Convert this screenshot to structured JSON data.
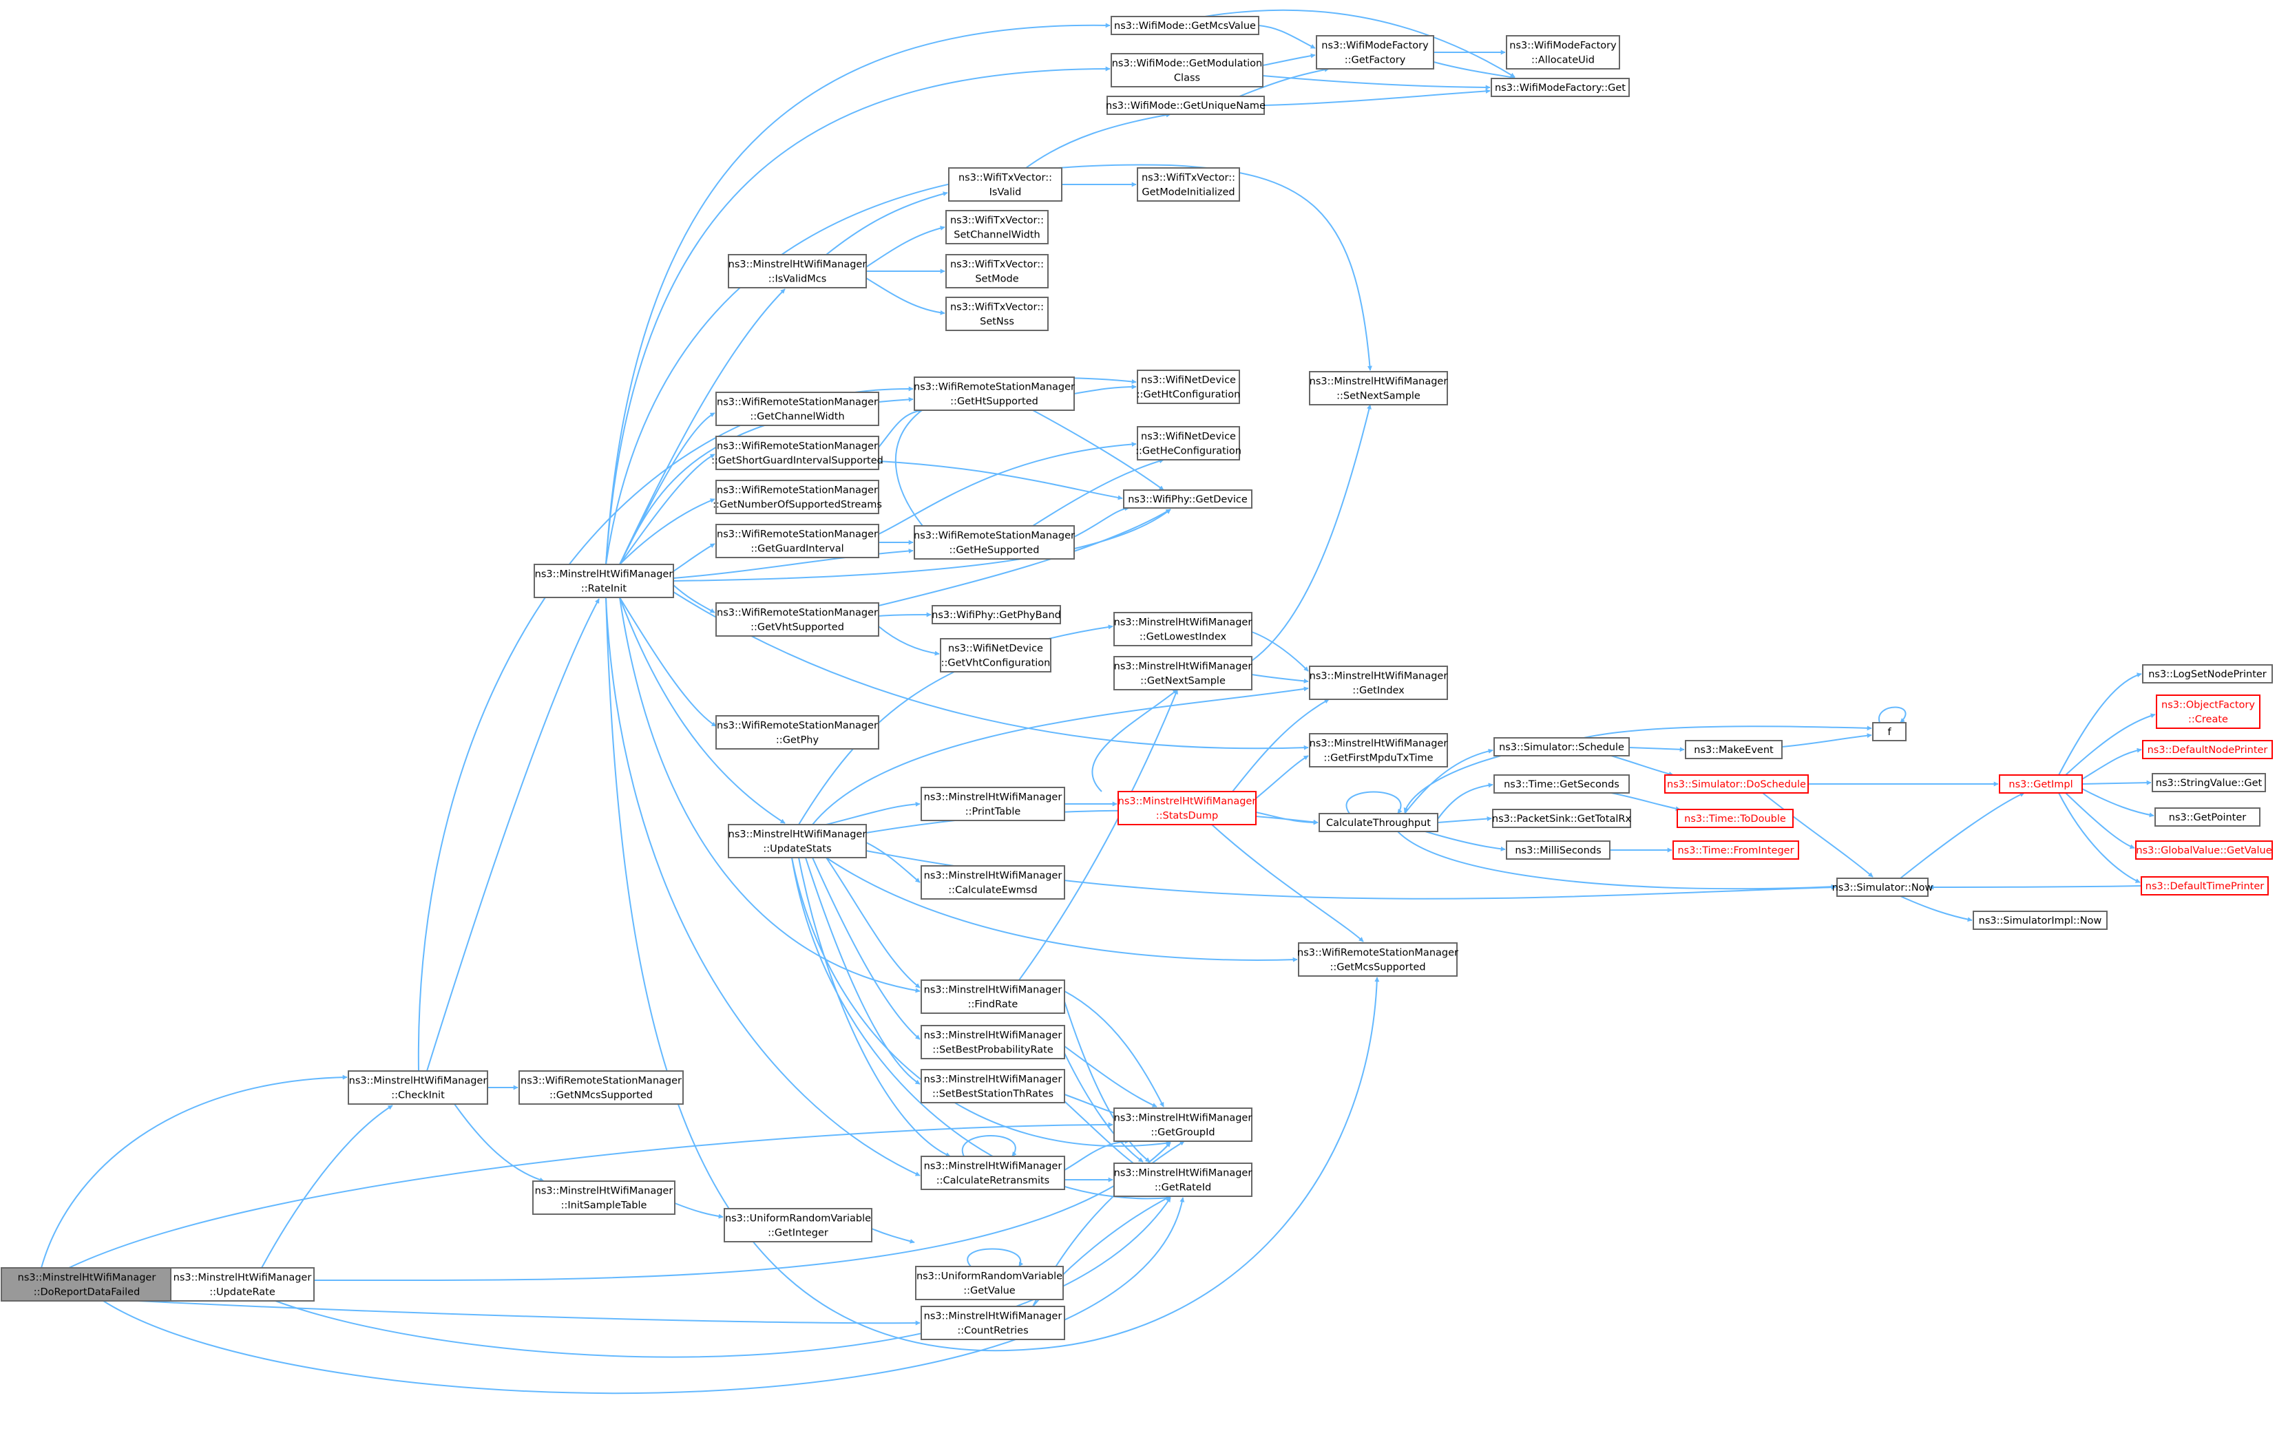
{
  "colors": {
    "edge": "#63b8ff",
    "border": "#666666",
    "root_fill": "#999999",
    "truncated": "#ff0000"
  },
  "nodes": [
    {
      "id": "doreport",
      "lines": [
        "ns3::MinstrelHtWifiManager",
        "::DoReportDataFailed"
      ],
      "root": true
    },
    {
      "id": "checkinit",
      "lines": [
        "ns3::MinstrelHtWifiManager",
        "::CheckInit"
      ]
    },
    {
      "id": "updaterate",
      "lines": [
        "ns3::MinstrelHtWifiManager",
        "::UpdateRate"
      ]
    },
    {
      "id": "getnmcs",
      "lines": [
        "ns3::WifiRemoteStationManager",
        "::GetNMcsSupported"
      ]
    },
    {
      "id": "initsample",
      "lines": [
        "ns3::MinstrelHtWifiManager",
        "::InitSampleTable"
      ]
    },
    {
      "id": "rateinit",
      "lines": [
        "ns3::MinstrelHtWifiManager",
        "::RateInit"
      ]
    },
    {
      "id": "getinteger",
      "lines": [
        "ns3::UniformRandomVariable",
        "::GetInteger"
      ]
    },
    {
      "id": "getvalue_urv",
      "lines": [
        "ns3::UniformRandomVariable",
        "::GetValue"
      ]
    },
    {
      "id": "getmcsvalue",
      "lines": [
        "ns3::WifiMode::GetMcsValue"
      ]
    },
    {
      "id": "getmodclass",
      "lines": [
        "ns3::WifiMode::GetModulation",
        "Class"
      ]
    },
    {
      "id": "getuniquename",
      "lines": [
        "ns3::WifiMode::GetUniqueName"
      ]
    },
    {
      "id": "factory_getfactory",
      "lines": [
        "ns3::WifiModeFactory",
        "::GetFactory"
      ]
    },
    {
      "id": "factory_alloc",
      "lines": [
        "ns3::WifiModeFactory",
        "::AllocateUid"
      ]
    },
    {
      "id": "factory_get",
      "lines": [
        "ns3::WifiModeFactory::Get"
      ]
    },
    {
      "id": "txv_isvalid",
      "lines": [
        "ns3::WifiTxVector::",
        "IsValid"
      ]
    },
    {
      "id": "txv_getmodeinit",
      "lines": [
        "ns3::WifiTxVector::",
        "GetModeInitialized"
      ]
    },
    {
      "id": "txv_setchw",
      "lines": [
        "ns3::WifiTxVector::",
        "SetChannelWidth"
      ]
    },
    {
      "id": "txv_setmode",
      "lines": [
        "ns3::WifiTxVector::",
        "SetMode"
      ]
    },
    {
      "id": "txv_setnss",
      "lines": [
        "ns3::WifiTxVector::",
        "SetNss"
      ]
    },
    {
      "id": "isvalidmcs",
      "lines": [
        "ns3::MinstrelHtWifiManager",
        "::IsValidMcs"
      ]
    },
    {
      "id": "getchw",
      "lines": [
        "ns3::WifiRemoteStationManager",
        "::GetChannelWidth"
      ]
    },
    {
      "id": "getsgi",
      "lines": [
        "ns3::WifiRemoteStationManager",
        "::GetShortGuardIntervalSupported"
      ]
    },
    {
      "id": "getnss",
      "lines": [
        "ns3::WifiRemoteStationManager",
        "::GetNumberOfSupportedStreams"
      ]
    },
    {
      "id": "getgi",
      "lines": [
        "ns3::WifiRemoteStationManager",
        "::GetGuardInterval"
      ]
    },
    {
      "id": "getvht",
      "lines": [
        "ns3::WifiRemoteStationManager",
        "::GetVhtSupported"
      ]
    },
    {
      "id": "getphy",
      "lines": [
        "ns3::WifiRemoteStationManager",
        "::GetPhy"
      ]
    },
    {
      "id": "gethtsupported",
      "lines": [
        "ns3::WifiRemoteStationManager",
        "::GetHtSupported"
      ]
    },
    {
      "id": "gethesupported",
      "lines": [
        "ns3::WifiRemoteStationManager",
        "::GetHeSupported"
      ]
    },
    {
      "id": "nd_getht",
      "lines": [
        "ns3::WifiNetDevice",
        "::GetHtConfiguration"
      ]
    },
    {
      "id": "nd_gethe",
      "lines": [
        "ns3::WifiNetDevice",
        "::GetHeConfiguration"
      ]
    },
    {
      "id": "phy_getdevice",
      "lines": [
        "ns3::WifiPhy::GetDevice"
      ]
    },
    {
      "id": "phy_getband",
      "lines": [
        "ns3::WifiPhy::GetPhyBand"
      ]
    },
    {
      "id": "nd_getvht",
      "lines": [
        "ns3::WifiNetDevice",
        "::GetVhtConfiguration"
      ]
    },
    {
      "id": "setnextsample",
      "lines": [
        "ns3::MinstrelHtWifiManager",
        "::SetNextSample"
      ]
    },
    {
      "id": "getlowestindex",
      "lines": [
        "ns3::MinstrelHtWifiManager",
        "::GetLowestIndex"
      ]
    },
    {
      "id": "getnextsample",
      "lines": [
        "ns3::MinstrelHtWifiManager",
        "::GetNextSample"
      ]
    },
    {
      "id": "getindex",
      "lines": [
        "ns3::MinstrelHtWifiManager",
        "::GetIndex"
      ]
    },
    {
      "id": "getfirstmpdu",
      "lines": [
        "ns3::MinstrelHtWifiManager",
        "::GetFirstMpduTxTime"
      ]
    },
    {
      "id": "printtable",
      "lines": [
        "ns3::MinstrelHtWifiManager",
        "::PrintTable"
      ]
    },
    {
      "id": "statsdump",
      "lines": [
        "ns3::MinstrelHtWifiManager",
        "::StatsDump"
      ],
      "red": true
    },
    {
      "id": "updatestats",
      "lines": [
        "ns3::MinstrelHtWifiManager",
        "::UpdateStats"
      ]
    },
    {
      "id": "calcewmsd",
      "lines": [
        "ns3::MinstrelHtWifiManager",
        "::CalculateEwmsd"
      ]
    },
    {
      "id": "calcthroughput",
      "lines": [
        "CalculateThroughput"
      ]
    },
    {
      "id": "getmcssupported",
      "lines": [
        "ns3::WifiRemoteStationManager",
        "::GetMcsSupported"
      ]
    },
    {
      "id": "findrate",
      "lines": [
        "ns3::MinstrelHtWifiManager",
        "::FindRate"
      ]
    },
    {
      "id": "setbestprob",
      "lines": [
        "ns3::MinstrelHtWifiManager",
        "::SetBestProbabilityRate"
      ]
    },
    {
      "id": "setbestth",
      "lines": [
        "ns3::MinstrelHtWifiManager",
        "::SetBestStationThRates"
      ]
    },
    {
      "id": "calcretrans",
      "lines": [
        "ns3::MinstrelHtWifiManager",
        "::CalculateRetransmits"
      ]
    },
    {
      "id": "countretries",
      "lines": [
        "ns3::MinstrelHtWifiManager",
        "::CountRetries"
      ]
    },
    {
      "id": "getgroupid",
      "lines": [
        "ns3::MinstrelHtWifiManager",
        "::GetGroupId"
      ]
    },
    {
      "id": "getrateid",
      "lines": [
        "ns3::MinstrelHtWifiManager",
        "::GetRateId"
      ]
    },
    {
      "id": "sim_schedule",
      "lines": [
        "ns3::Simulator::Schedule"
      ]
    },
    {
      "id": "time_getseconds",
      "lines": [
        "ns3::Time::GetSeconds"
      ]
    },
    {
      "id": "packetsink",
      "lines": [
        "ns3::PacketSink::GetTotalRx"
      ]
    },
    {
      "id": "milliseconds",
      "lines": [
        "ns3::MilliSeconds"
      ]
    },
    {
      "id": "makeevent",
      "lines": [
        "ns3::MakeEvent"
      ]
    },
    {
      "id": "sim_doschedule",
      "lines": [
        "ns3::Simulator::DoSchedule"
      ],
      "red": true
    },
    {
      "id": "time_todouble",
      "lines": [
        "ns3::Time::ToDouble"
      ],
      "red": true
    },
    {
      "id": "time_frominteger",
      "lines": [
        "ns3::Time::FromInteger"
      ],
      "red": true
    },
    {
      "id": "f",
      "lines": [
        "f"
      ]
    },
    {
      "id": "getimpl",
      "lines": [
        "ns3::GetImpl"
      ],
      "red": true
    },
    {
      "id": "sim_now",
      "lines": [
        "ns3::Simulator::Now"
      ]
    },
    {
      "id": "simimpl_now",
      "lines": [
        "ns3::SimulatorImpl::Now"
      ]
    },
    {
      "id": "logsetnodeprinter",
      "lines": [
        "ns3::LogSetNodePrinter"
      ]
    },
    {
      "id": "objfactory_create",
      "lines": [
        "ns3::ObjectFactory",
        "::Create"
      ],
      "red": true
    },
    {
      "id": "defaultnodeprinter",
      "lines": [
        "ns3::DefaultNodePrinter"
      ],
      "red": true
    },
    {
      "id": "stringvalue_get",
      "lines": [
        "ns3::StringValue::Get"
      ]
    },
    {
      "id": "getpointer",
      "lines": [
        "ns3::GetPointer"
      ]
    },
    {
      "id": "globalvalue_getvalue",
      "lines": [
        "ns3::GlobalValue::GetValue"
      ],
      "red": true
    },
    {
      "id": "defaulttimeprinter",
      "lines": [
        "ns3::DefaultTimePrinter"
      ],
      "red": true
    }
  ]
}
